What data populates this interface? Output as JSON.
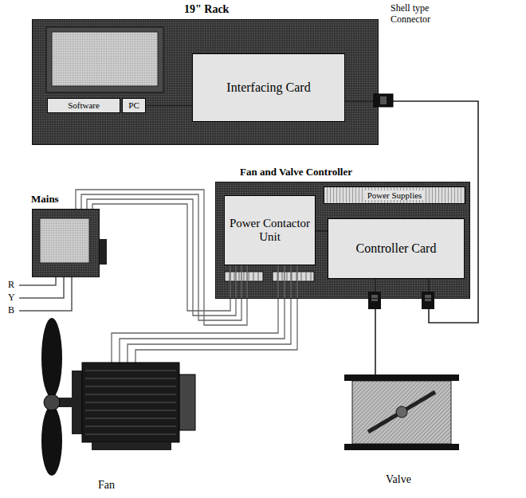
{
  "diagram": {
    "nodes": [
      {
        "text": [
          "19\" Rack"
        ]
      },
      {
        "text": [
          "Software"
        ],
        "in": 0
      },
      {
        "text": [
          "PC"
        ],
        "in": 0
      },
      {
        "text": [
          "Interfacing Card"
        ],
        "in": 0
      },
      {
        "text": [
          "Fan and Valve Controller"
        ]
      },
      {
        "text": [
          "Power Contactor Unit"
        ],
        "in": 4
      },
      {
        "text": [
          "Power Supplies"
        ],
        "in": 4
      },
      {
        "text": [
          "Controller Card"
        ],
        "in": 4
      },
      {
        "text": [
          "Mains"
        ]
      },
      {
        "text": [
          "Fan"
        ]
      },
      {
        "text": [
          "Valve"
        ]
      }
    ],
    "edges": [
      {
        "from": 2,
        "to": 3,
        "arrow": "none"
      },
      {
        "from": 3,
        "to": 7,
        "arrow": "none"
      },
      {
        "from": 8,
        "to": 5,
        "arrow": "none"
      },
      {
        "from": 5,
        "to": 7,
        "arrow": "none"
      },
      {
        "from": 5,
        "to": 9,
        "arrow": "none"
      },
      {
        "from": 7,
        "to": 10,
        "arrow": "none"
      }
    ],
    "labels": [
      "Shell type Connector",
      "R",
      "Y",
      "B"
    ]
  }
}
